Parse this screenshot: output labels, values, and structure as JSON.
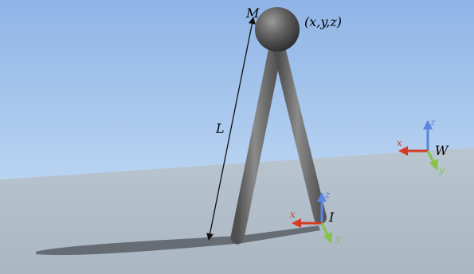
{
  "labels": {
    "mass": "M",
    "position": "(x,y,z)",
    "length": "L",
    "foot_frame": "I",
    "world_frame": "W"
  },
  "axes": {
    "x": "x",
    "y": "y",
    "z": "z"
  },
  "colors": {
    "sky_top": "#8fb8ea",
    "sky_bottom": "#d6e6f5",
    "ground": "#b3c0cc",
    "leg": "#6f6f6f",
    "mass": "#5a5a5a",
    "shadow": "#4a4f55",
    "axis_x": "#d33b22",
    "axis_y": "#86c24a",
    "axis_z": "#5b86e0"
  }
}
